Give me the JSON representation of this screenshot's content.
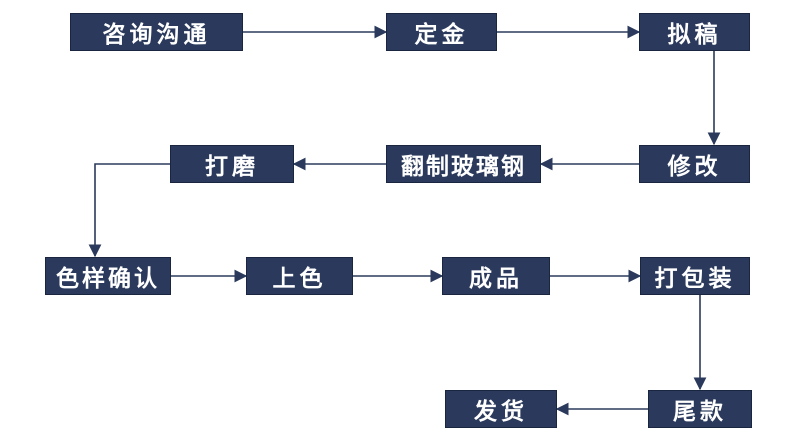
{
  "flow": {
    "steps": [
      "咨询沟通",
      "定金",
      "拟稿",
      "修改",
      "翻制玻璃钢",
      "打磨",
      "色样确认",
      "上色",
      "成品",
      "打包装",
      "尾款",
      "发货"
    ]
  },
  "colors": {
    "box_fill": "#2b3a5c",
    "box_text": "#ffffff",
    "connector": "#2b3a5c",
    "background": "#ffffff"
  }
}
